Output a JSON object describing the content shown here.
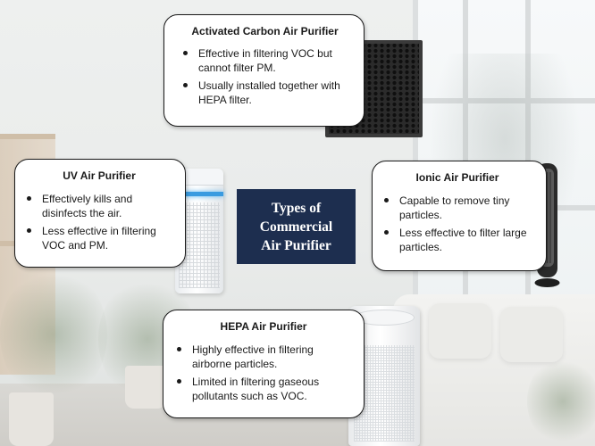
{
  "diagram": {
    "center_title": {
      "line1": "Types of",
      "line2": "Commercial",
      "line3": "Air Purifier"
    },
    "cards": {
      "carbon": {
        "title": "Activated Carbon Air Purifier",
        "points": [
          "Effective in filtering VOC but cannot filter PM.",
          "Usually installed together with HEPA filter."
        ]
      },
      "uv": {
        "title": "UV Air Purifier",
        "points": [
          "Effectively kills and disinfects the air.",
          "Less effective in filtering VOC and PM."
        ]
      },
      "ionic": {
        "title": "Ionic Air Purifier",
        "points": [
          "Capable to remove tiny particles.",
          "Less effective to filter large particles."
        ]
      },
      "hepa": {
        "title": "HEPA Air Purifier",
        "points": [
          "Highly effective in filtering airborne particles.",
          "Limited in filtering gaseous pollutants such as VOC."
        ]
      }
    },
    "colors": {
      "title_box_bg": "#1d2e4f",
      "title_box_text": "#ffffff",
      "card_border": "#1a1a1a",
      "uv_glow": "#3a9be0"
    },
    "icons": [
      "carbon-filter-panel-icon",
      "uv-purifier-device-icon",
      "ionic-tower-device-icon",
      "hepa-purifier-device-icon"
    ]
  }
}
